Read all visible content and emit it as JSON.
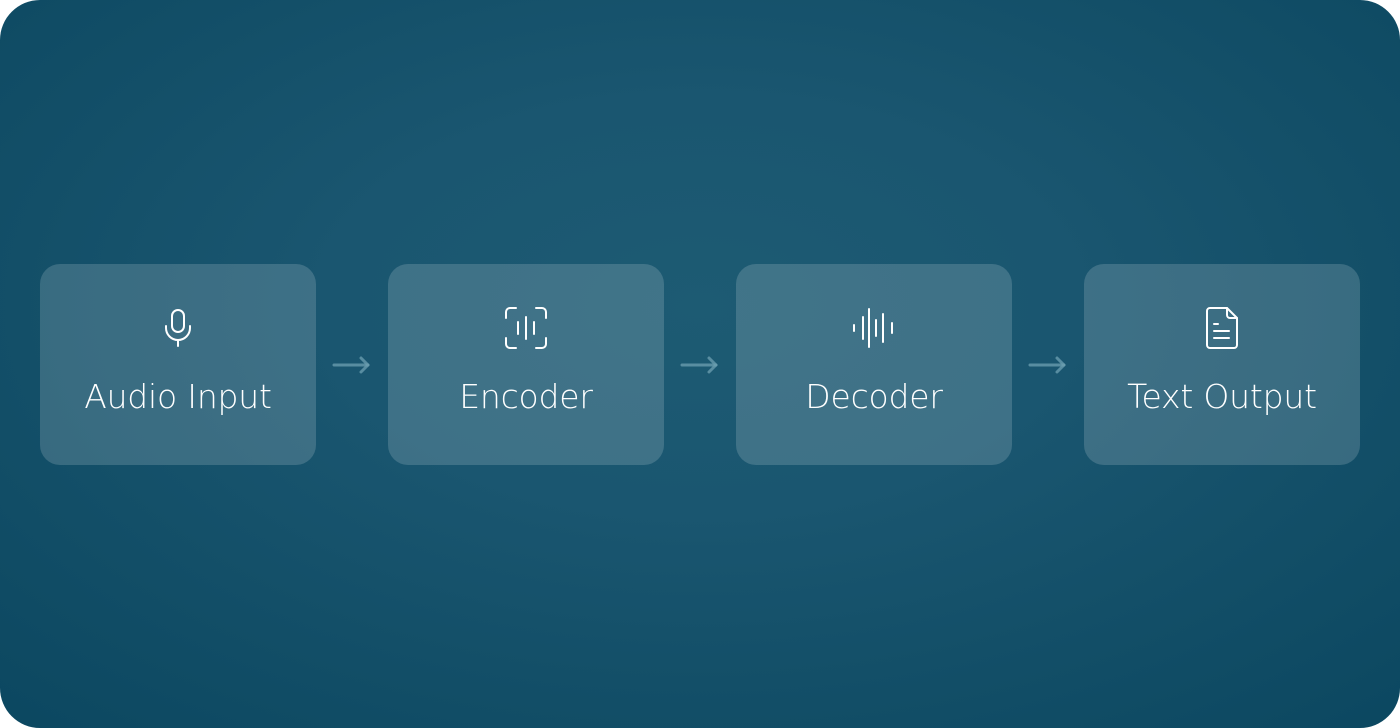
{
  "diagram": {
    "type": "pipeline",
    "direction": "left-to-right",
    "colors": {
      "background_center": "#1d5b73",
      "background_edge": "#0b4760",
      "card_fill": "rgba(255,255,255,0.16)",
      "text": "#ffffff",
      "arrow": "#6ea0b2"
    },
    "stages": [
      {
        "label": "Audio Input",
        "icon": "microphone-icon"
      },
      {
        "label": "Encoder",
        "icon": "scan-bars-icon"
      },
      {
        "label": "Decoder",
        "icon": "audio-waveform-icon"
      },
      {
        "label": "Text Output",
        "icon": "document-text-icon"
      }
    ],
    "connectors": [
      {
        "from": "Audio Input",
        "to": "Encoder",
        "icon": "arrow-right-icon"
      },
      {
        "from": "Encoder",
        "to": "Decoder",
        "icon": "arrow-right-icon"
      },
      {
        "from": "Decoder",
        "to": "Text Output",
        "icon": "arrow-right-icon"
      }
    ]
  }
}
